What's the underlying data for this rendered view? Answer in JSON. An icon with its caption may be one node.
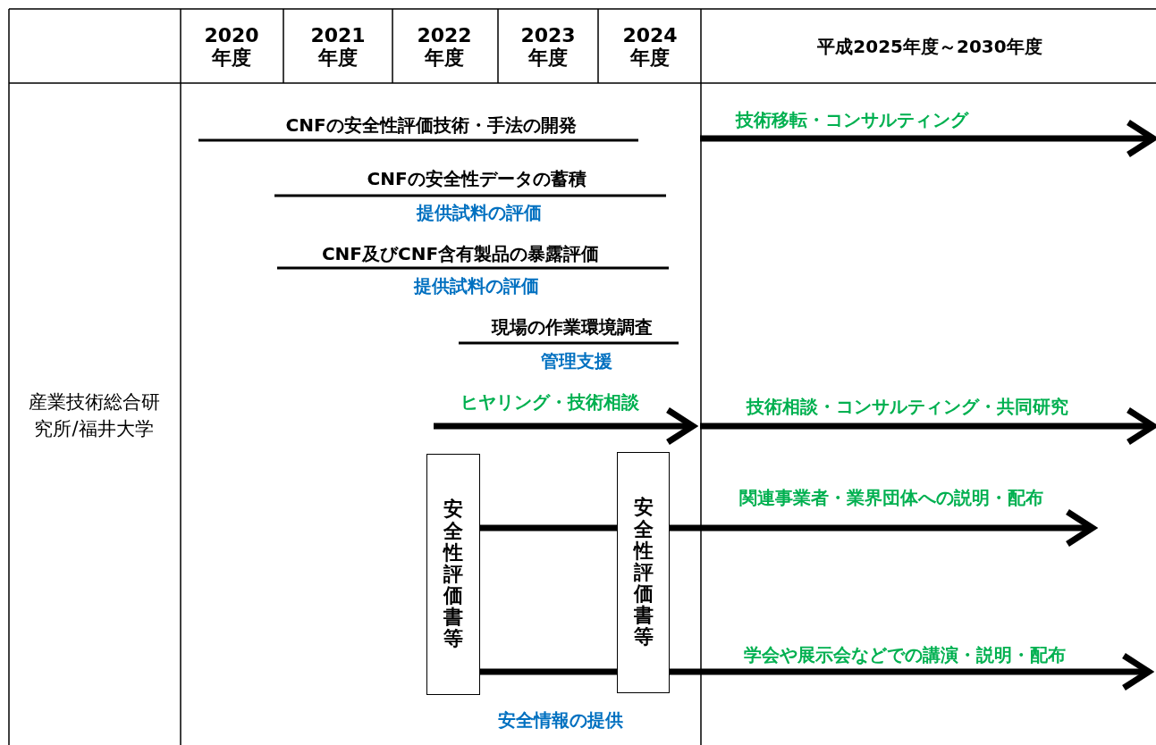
{
  "diagram": {
    "nodes": [
      {
        "text": [
          "安全性評価書等"
        ]
      },
      {
        "text": [
          "安全性評価書等"
        ]
      }
    ],
    "edges": [
      {
        "from": 0,
        "to": 1,
        "arrow": "none"
      },
      {
        "from": 1,
        "to": null,
        "arrow": "to"
      },
      {
        "from": 0,
        "to": 1,
        "arrow": "none"
      },
      {
        "from": 1,
        "to": null,
        "arrow": "to"
      }
    ],
    "labels": [
      "2020年度",
      "2021年度",
      "2022年度",
      "2023年度",
      "2024年度",
      "平成2025年度～2030年度",
      "産業技術総合研究所/福井大学",
      "CNFの安全性評価技術・手法の開発",
      "技術移転・コンサルティング",
      "CNFの安全性データの蓄積",
      "提供試料の評価",
      "CNF及びCNF含有製品の暴露評価",
      "提供試料の評価",
      "現場の作業環境調査",
      "管理支援",
      "ヒヤリング・技術相談",
      "技術相談・コンサルティング・共同研究",
      "関連事業者・業界団体への説明・配布",
      "学会や展示会などでの講演・説明・配布",
      "安全情報の提供"
    ]
  }
}
